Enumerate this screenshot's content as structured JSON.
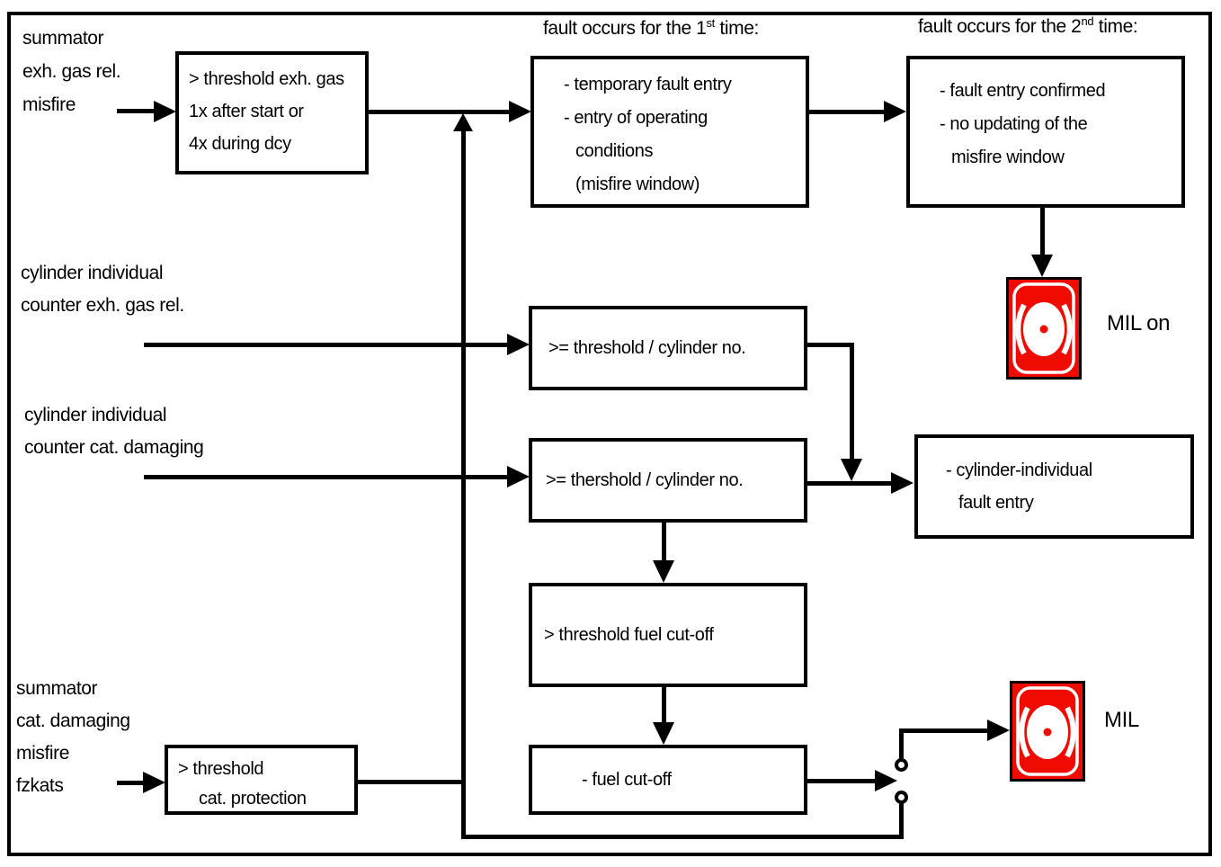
{
  "headers": {
    "first_time": {
      "prefix": "fault occurs for the 1",
      "sup": "st",
      "suffix": " time:"
    },
    "second_time": {
      "prefix": "fault occurs for the 2",
      "sup": "nd",
      "suffix": " time:"
    }
  },
  "input_labels": {
    "summator_exh": {
      "lines": [
        "summator",
        "exh. gas rel.",
        "misfire"
      ]
    },
    "cylinder_exh": {
      "lines": [
        "cylinder individual",
        "counter exh. gas rel."
      ]
    },
    "cylinder_cat": {
      "lines": [
        "cylinder individual",
        "counter cat. damaging"
      ]
    },
    "summator_cat": {
      "lines": [
        "summator",
        "cat. damaging",
        "misfire",
        "fzkats"
      ]
    }
  },
  "boxes": {
    "threshold_exh_gas": {
      "lines": [
        "> threshold exh. gas",
        "1x after start or",
        "4x during dcy"
      ]
    },
    "first_fault_entry": {
      "lines": [
        "- temporary fault entry",
        "- entry of operating",
        "conditions",
        "(misfire window)"
      ]
    },
    "confirmed_fault_entry": {
      "lines": [
        "- fault entry confirmed",
        "- no updating of the",
        "misfire window"
      ]
    },
    "threshold_cylinder_exh": {
      "lines": [
        ">= threshold / cylinder no."
      ]
    },
    "threshold_cylinder_cat": {
      "lines": [
        ">= thershold / cylinder no."
      ]
    },
    "cylinder_fault_entry": {
      "lines": [
        "- cylinder-individual",
        "fault entry"
      ]
    },
    "threshold_fuel_cutoff": {
      "lines": [
        "> threshold fuel cut-off"
      ]
    },
    "fuel_cutoff": {
      "lines": [
        "- fuel cut-off"
      ]
    },
    "threshold_cat_protection": {
      "lines": [
        "> threshold",
        "cat. protection"
      ]
    }
  },
  "indicators": {
    "mil_on_label": "MIL on",
    "mil_label": "MIL"
  },
  "colors": {
    "mil_red": "#ef0b00",
    "line_black": "#000000",
    "white": "#ffffff"
  }
}
